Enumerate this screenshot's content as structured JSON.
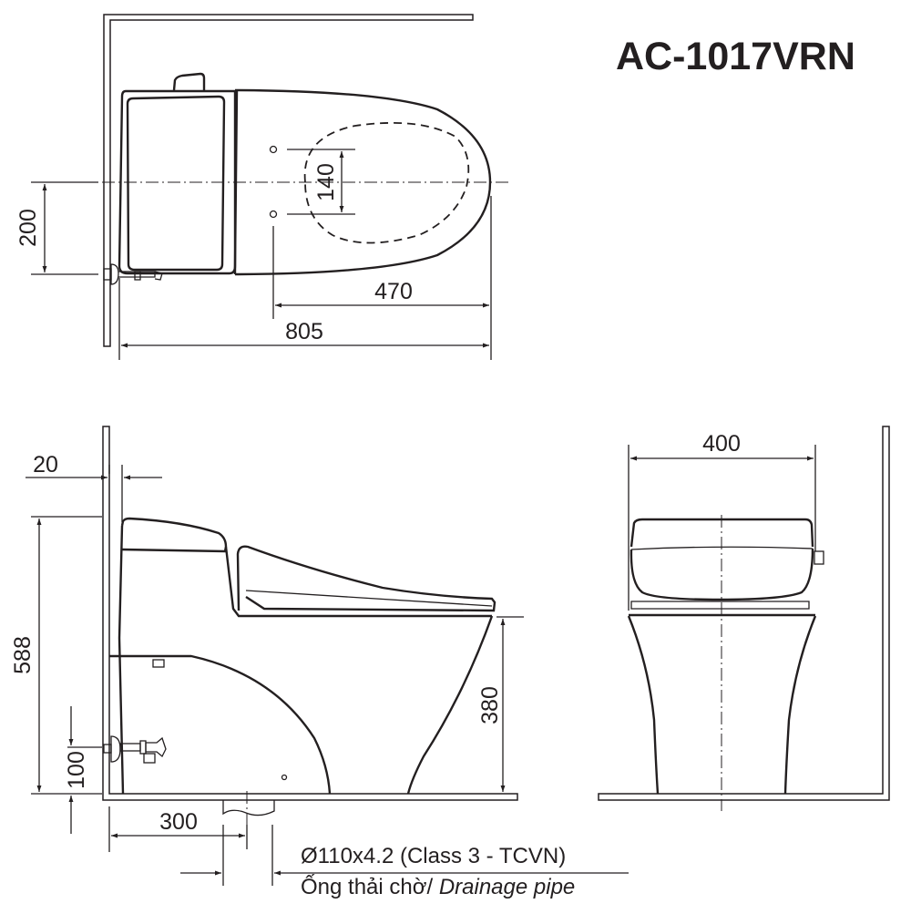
{
  "title": {
    "model": "AC-1017VRN"
  },
  "top_view": {
    "dimensions": {
      "seat_hole_spacing": "140",
      "supply_offset": "200",
      "hole_to_front": "470",
      "overall_length": "805"
    }
  },
  "side_view": {
    "dimensions": {
      "wall_gap": "20",
      "overall_height": "588",
      "supply_height": "100",
      "seat_height": "380",
      "rough_in": "300"
    }
  },
  "front_view": {
    "dimensions": {
      "overall_width": "400"
    }
  },
  "drain_note": {
    "spec": "Ø110x4.2 (Class 3 - TCVN)",
    "label_vi": "Ống thải chờ/ ",
    "label_en": "Drainage pipe"
  }
}
